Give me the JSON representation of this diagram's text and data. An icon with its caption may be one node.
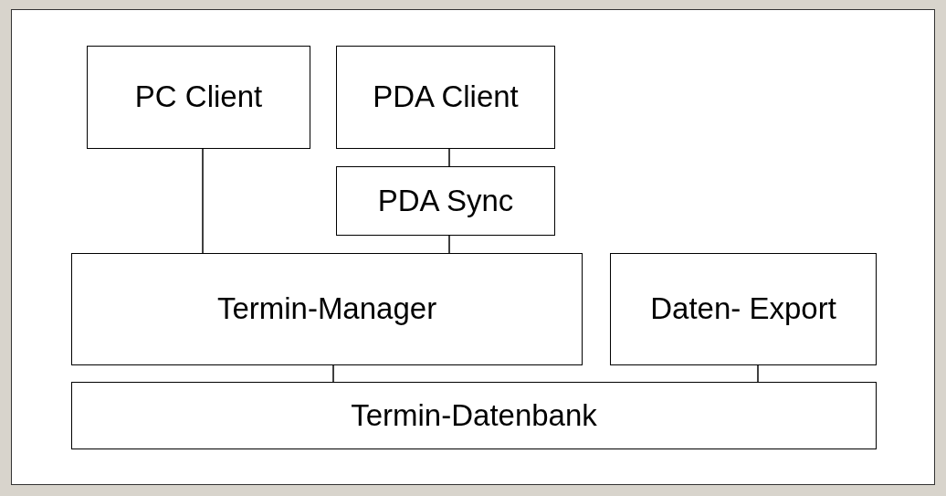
{
  "diagram": {
    "nodes": [
      {
        "text": [
          "PC Client"
        ]
      },
      {
        "text": [
          "PDA Client"
        ]
      },
      {
        "text": [
          "PDA Sync"
        ]
      },
      {
        "text": [
          "Termin-Manager"
        ]
      },
      {
        "text": [
          "Daten- Export"
        ]
      },
      {
        "text": [
          "Termin-Datenbank"
        ]
      }
    ],
    "edges": [
      {
        "from": 0,
        "to": 3,
        "arrow": "none"
      },
      {
        "from": 1,
        "to": 2,
        "arrow": "none"
      },
      {
        "from": 2,
        "to": 3,
        "arrow": "none"
      },
      {
        "from": 3,
        "to": 5,
        "arrow": "none"
      },
      {
        "from": 4,
        "to": 5,
        "arrow": "none"
      }
    ]
  }
}
